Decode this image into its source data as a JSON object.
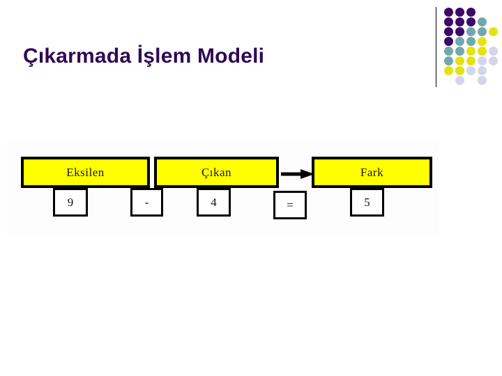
{
  "slide": {
    "title": "Çıkarmada İşlem Modeli",
    "title_color": "#2e0854",
    "background_color": "#ffffff"
  },
  "decor": {
    "name": "dot-grid",
    "divider_color": "#000000",
    "palette": {
      "purple": "#3b0a68",
      "teal": "#71a8ae",
      "yellow": "#e3e312",
      "lavender": "#d3d6ea"
    },
    "dots": [
      {
        "col": 0,
        "row": 0,
        "color": "#3b0a68"
      },
      {
        "col": 1,
        "row": 0,
        "color": "#3b0a68"
      },
      {
        "col": 2,
        "row": 0,
        "color": "#3b0a68"
      },
      {
        "col": 0,
        "row": 1,
        "color": "#3b0a68"
      },
      {
        "col": 1,
        "row": 1,
        "color": "#3b0a68"
      },
      {
        "col": 2,
        "row": 1,
        "color": "#3b0a68"
      },
      {
        "col": 3,
        "row": 1,
        "color": "#71a8ae"
      },
      {
        "col": 0,
        "row": 2,
        "color": "#3b0a68"
      },
      {
        "col": 1,
        "row": 2,
        "color": "#3b0a68"
      },
      {
        "col": 2,
        "row": 2,
        "color": "#71a8ae"
      },
      {
        "col": 3,
        "row": 2,
        "color": "#71a8ae"
      },
      {
        "col": 4,
        "row": 2,
        "color": "#e3e312"
      },
      {
        "col": 0,
        "row": 3,
        "color": "#3b0a68"
      },
      {
        "col": 1,
        "row": 3,
        "color": "#71a8ae"
      },
      {
        "col": 2,
        "row": 3,
        "color": "#71a8ae"
      },
      {
        "col": 3,
        "row": 3,
        "color": "#e3e312"
      },
      {
        "col": 0,
        "row": 4,
        "color": "#71a8ae"
      },
      {
        "col": 1,
        "row": 4,
        "color": "#71a8ae"
      },
      {
        "col": 2,
        "row": 4,
        "color": "#e3e312"
      },
      {
        "col": 3,
        "row": 4,
        "color": "#e3e312"
      },
      {
        "col": 4,
        "row": 4,
        "color": "#d3d6ea"
      },
      {
        "col": 0,
        "row": 5,
        "color": "#71a8ae"
      },
      {
        "col": 1,
        "row": 5,
        "color": "#e3e312"
      },
      {
        "col": 2,
        "row": 5,
        "color": "#e3e312"
      },
      {
        "col": 3,
        "row": 5,
        "color": "#d3d6ea"
      },
      {
        "col": 4,
        "row": 5,
        "color": "#d3d6ea"
      },
      {
        "col": 0,
        "row": 6,
        "color": "#e3e312"
      },
      {
        "col": 1,
        "row": 6,
        "color": "#e3e312"
      },
      {
        "col": 2,
        "row": 6,
        "color": "#d3d6ea"
      },
      {
        "col": 3,
        "row": 6,
        "color": "#d3d6ea"
      },
      {
        "col": 1,
        "row": 7,
        "color": "#d3d6ea"
      },
      {
        "col": 3,
        "row": 7,
        "color": "#d3d6ea"
      }
    ]
  },
  "diagram": {
    "name": "subtraction-model",
    "box_fill": "#ffff00",
    "box_border": "#000000",
    "terms": [
      {
        "label": "Eksilen",
        "value": "9"
      },
      {
        "label": "Çıkan",
        "value": "4"
      },
      {
        "label": "Fark",
        "value": "5"
      }
    ],
    "operators": [
      {
        "symbol": "-",
        "name": "minus"
      },
      {
        "symbol": "=",
        "name": "equals"
      }
    ],
    "arrow": {
      "name": "right-arrow",
      "color": "#000000"
    }
  }
}
